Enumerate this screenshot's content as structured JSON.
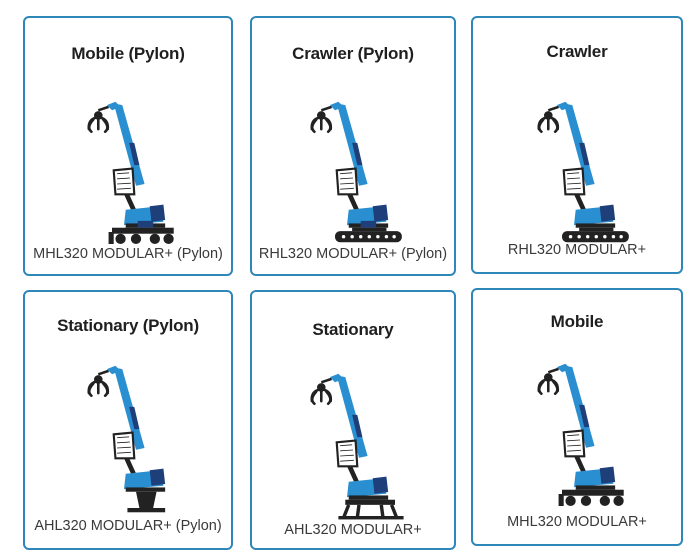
{
  "colors": {
    "border": "#2f86b8",
    "machine_blue": "#2a8fd0",
    "machine_dark": "#1e3f7a",
    "machine_black": "#222222",
    "title_text": "#1f1f1f",
    "model_text": "#3a3a3a"
  },
  "cards": [
    {
      "title": "Mobile (Pylon)",
      "model": "MHL320 MODULAR+ (Pylon)",
      "icon": "mobile-pylon-material-handler-icon"
    },
    {
      "title": "Crawler (Pylon)",
      "model": "RHL320 MODULAR+ (Pylon)",
      "icon": "crawler-pylon-material-handler-icon"
    },
    {
      "title": "Crawler",
      "model": "RHL320 MODULAR+",
      "icon": "crawler-material-handler-icon"
    },
    {
      "title": "Stationary (Pylon)",
      "model": "AHL320 MODULAR+ (Pylon)",
      "icon": "stationary-pylon-material-handler-icon"
    },
    {
      "title": "Stationary",
      "model": "AHL320 MODULAR+",
      "icon": "stationary-material-handler-icon"
    },
    {
      "title": "Mobile",
      "model": "MHL320 MODULAR+",
      "icon": "mobile-material-handler-icon"
    }
  ]
}
